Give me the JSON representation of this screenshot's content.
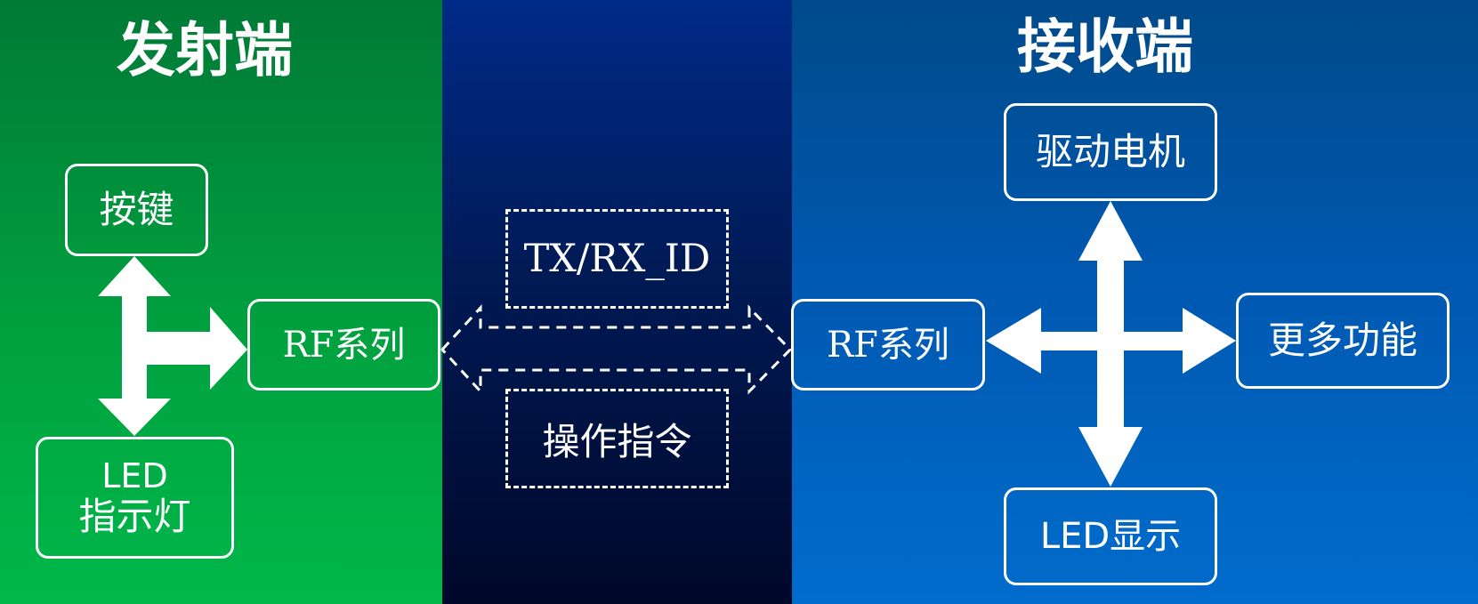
{
  "transmitter": {
    "title": "发射端",
    "key_box": "按键",
    "rf_box": "RF系列",
    "led_box": {
      "line1": "LED",
      "line2": "指示灯"
    }
  },
  "channel": {
    "id_box": "TX/RX_ID",
    "cmd_box": "操作指令"
  },
  "receiver": {
    "title": "接收端",
    "rf_box": "RF系列",
    "motor_box": "驱动电机",
    "more_box": "更多功能",
    "led_box": "LED显示"
  },
  "colors": {
    "tx_green": "#00a13f",
    "channel_navy": "#001a55",
    "rx_blue": "#0058b0",
    "foreground": "#ffffff"
  }
}
